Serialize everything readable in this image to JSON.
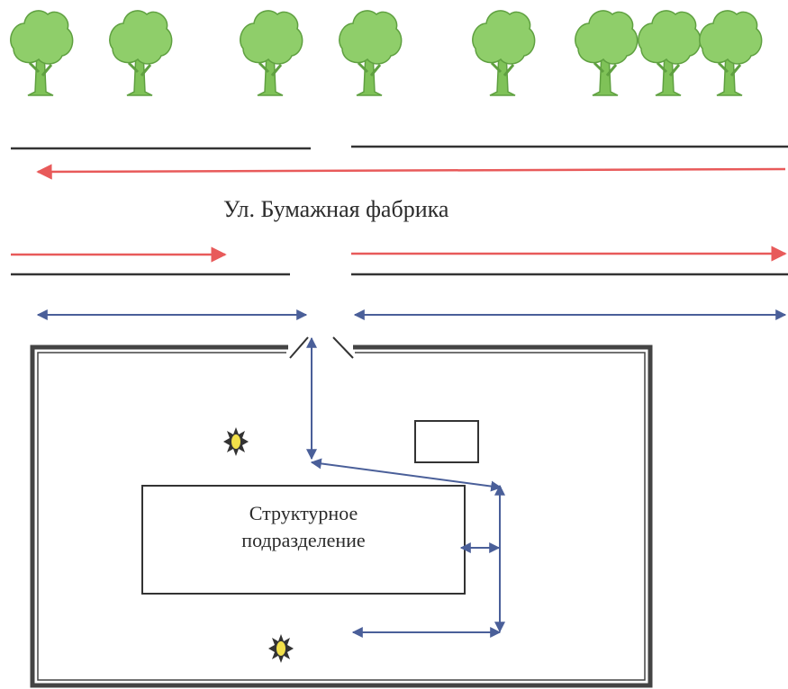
{
  "street": {
    "name": "Ул. Бумажная фабрика"
  },
  "building": {
    "label_line1": "Структурное",
    "label_line2": "подразделение"
  },
  "icons": {
    "tree": "tree-icon",
    "light": "street-light-icon",
    "gate": "gate-icon"
  },
  "colors": {
    "traffic_arrow": "#e85a5a",
    "pedestrian_route": "#4a5f99",
    "tree_crown": "#8fce6a",
    "tree_trunk": "#7fc258",
    "fence": "#444444",
    "light": "#f2e04a"
  }
}
